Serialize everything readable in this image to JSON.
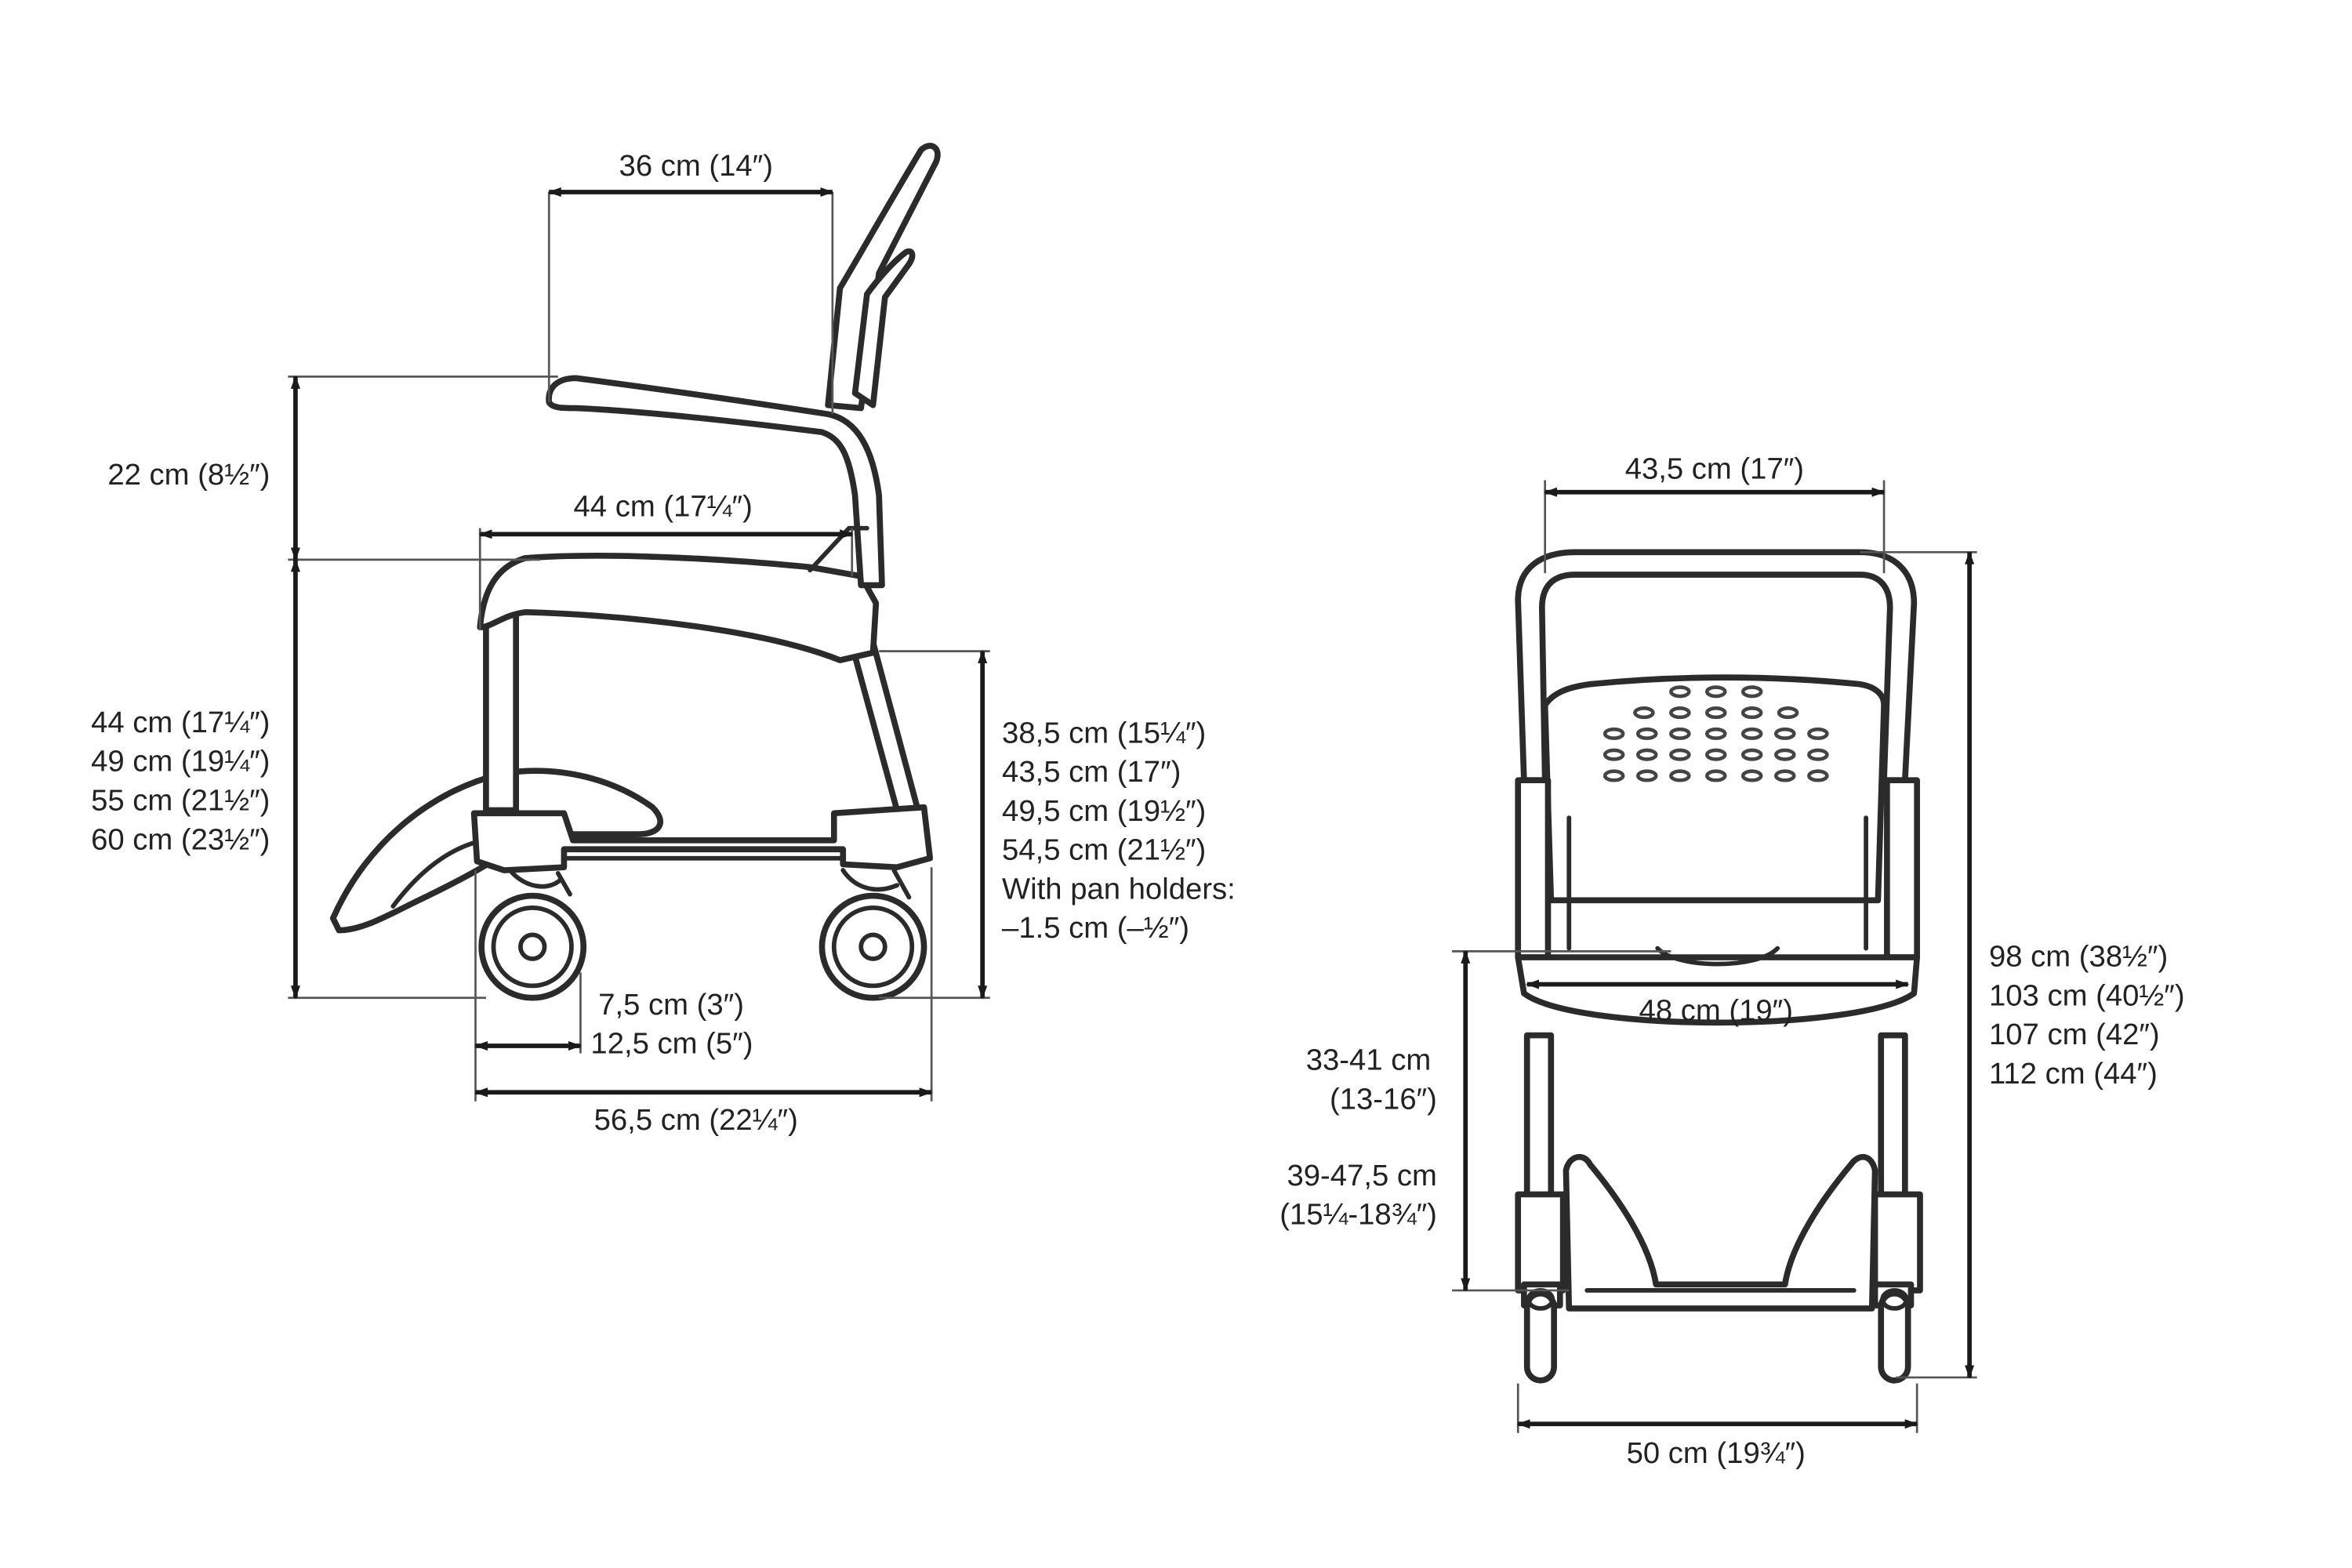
{
  "side_view": {
    "backrest_depth": "36 cm (14″)",
    "armrest_height": "22 cm (8½″)",
    "seat_depth": "44 cm (17¼″)",
    "seat_heights": [
      "44 cm (17¼″)",
      "49 cm (19¼″)",
      "55 cm (21½″)",
      "60 cm (23½″)"
    ],
    "under_seat_heights": [
      "38,5 cm (15¼″)",
      "43,5 cm (17″)",
      "49,5 cm (19½″)",
      "54,5 cm (21½″)",
      "With pan holders:",
      "–1.5 cm (–½″)"
    ],
    "wheel_sizes": [
      "7,5 cm (3″)",
      "12,5 cm (5″)"
    ],
    "total_depth": "56,5 cm (22¼″)"
  },
  "front_view": {
    "backrest_width": "43,5 cm (17″)",
    "seat_width": "48 cm (19″)",
    "total_heights": [
      "98 cm (38½″)",
      "103 cm (40½″)",
      "107 cm (42″)",
      "112 cm (44″)"
    ],
    "footrest_heights": [
      "33-41 cm",
      "(13-16″)",
      "39-47,5 cm",
      "(15¼-18¾″)"
    ],
    "total_width": "50 cm (19¾″)"
  }
}
